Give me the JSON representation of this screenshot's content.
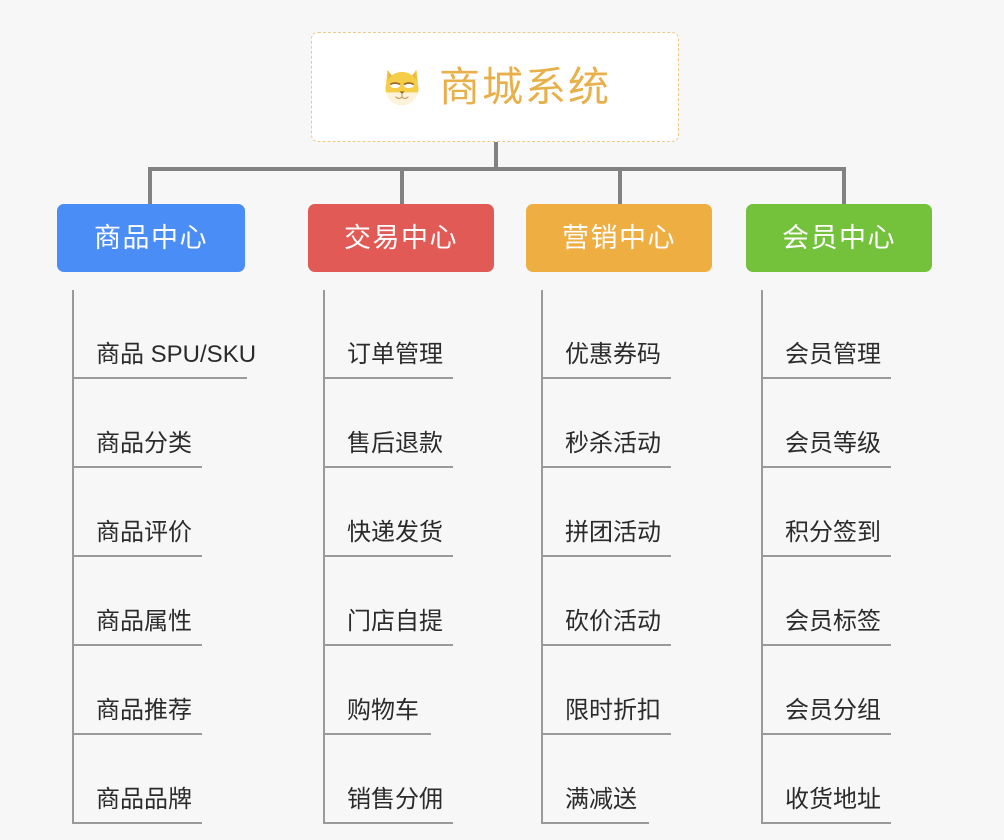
{
  "background_color": "#f7f7f7",
  "root": {
    "title": "商城系统",
    "icon": "shiba-dog-face-icon",
    "title_color": "#e8b04b",
    "border_color": "#f0c98a",
    "background": "#ffffff"
  },
  "connector_color": "#828282",
  "spine_color": "#9a9a9a",
  "branches": [
    {
      "label": "商品中心",
      "color": "#4a8df6",
      "items": [
        "商品 SPU/SKU",
        "商品分类",
        "商品评价",
        "商品属性",
        "商品推荐",
        "商品品牌"
      ]
    },
    {
      "label": "交易中心",
      "color": "#e25a55",
      "items": [
        "订单管理",
        "售后退款",
        "快递发货",
        "门店自提",
        "购物车",
        "销售分佣"
      ]
    },
    {
      "label": "营销中心",
      "color": "#eeae42",
      "items": [
        "优惠券码",
        "秒杀活动",
        "拼团活动",
        "砍价活动",
        "限时折扣",
        "满减送"
      ]
    },
    {
      "label": "会员中心",
      "color": "#74c13c",
      "items": [
        "会员管理",
        "会员等级",
        "积分签到",
        "会员标签",
        "会员分组",
        "收货地址"
      ]
    }
  ]
}
